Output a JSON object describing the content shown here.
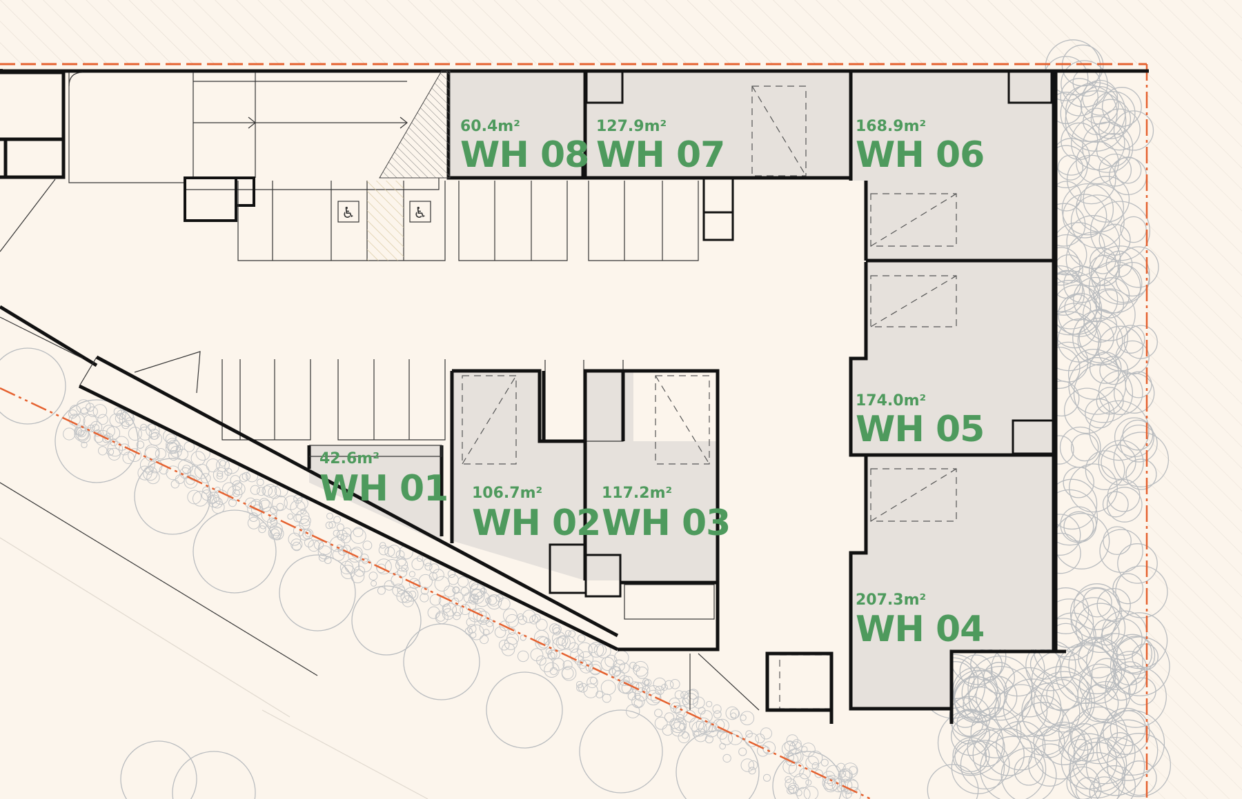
{
  "units": [
    {
      "id": "wh08",
      "name": "WH 08",
      "area": "60.4m²"
    },
    {
      "id": "wh07",
      "name": "WH 07",
      "area": "127.9m²"
    },
    {
      "id": "wh06",
      "name": "WH 06",
      "area": "168.9m²"
    },
    {
      "id": "wh05",
      "name": "WH 05",
      "area": "174.0m²"
    },
    {
      "id": "wh04",
      "name": "WH 04",
      "area": "207.3m²"
    },
    {
      "id": "wh01",
      "name": "WH 01",
      "area": "42.6m²"
    },
    {
      "id": "wh02",
      "name": "WH 02",
      "area": "106.7m²"
    },
    {
      "id": "wh03",
      "name": "WH 03",
      "area": "117.2m²"
    }
  ],
  "colors": {
    "background": "#fcf5ec",
    "unit_fill": "#e6e1dc",
    "label_green": "#4e9a5d",
    "boundary_orange": "#e5612f",
    "wall": "#111111",
    "landscape_grey": "#b9bcbf"
  },
  "icons": [
    "accessible-parking-icon",
    "tree-canopy-icon",
    "stair-icon",
    "door-swing-icon",
    "toilet-icon"
  ]
}
